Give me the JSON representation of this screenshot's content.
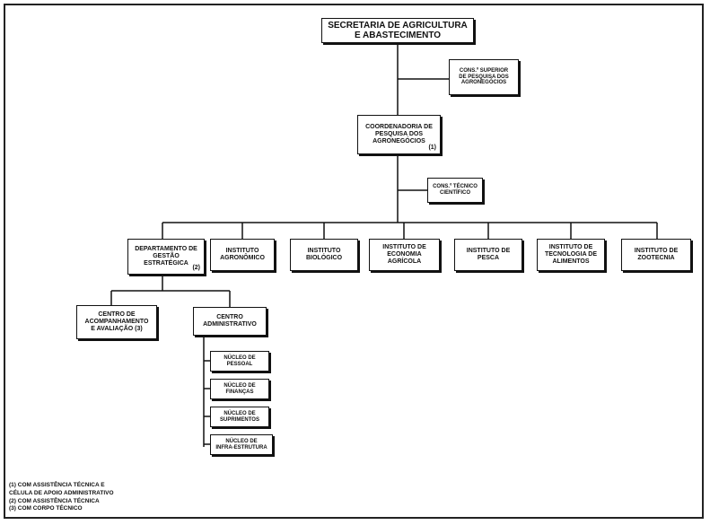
{
  "org": {
    "secretaria": {
      "line1": "SECRETARIA DE AGRICULTURA",
      "line2": "E ABASTECIMENTO"
    },
    "conselho_superior": {
      "line1": "CONS.º SUPERIOR",
      "line2": "DE PESQUISA DOS",
      "line3": "AGRONEGÓCIOS"
    },
    "coordenadoria": {
      "line1": "COORDENADORIA DE",
      "line2": "PESQUISA DOS",
      "line3": "AGRONEGÓCIOS",
      "note": "(1)"
    },
    "conselho_tecnico": {
      "line1": "CONS.º TÉCNICO",
      "line2": "CIENTÍFICO"
    },
    "departamento": {
      "line1": "DEPARTAMENTO DE",
      "line2": "GESTÃO",
      "line3": "ESTRATÉGICA",
      "note": "(2)"
    },
    "institutos": [
      {
        "line1": "INSTITUTO",
        "line2": "AGRONÔMICO",
        "line3": ""
      },
      {
        "line1": "INSTITUTO",
        "line2": "BIOLÓGICO",
        "line3": ""
      },
      {
        "line1": "INSTITUTO DE",
        "line2": "ECONOMIA",
        "line3": "AGRÍCOLA"
      },
      {
        "line1": "INSTITUTO DE",
        "line2": "PESCA",
        "line3": ""
      },
      {
        "line1": "INSTITUTO DE",
        "line2": "TECNOLOGIA DE",
        "line3": "ALIMENTOS"
      },
      {
        "line1": "INSTITUTO DE",
        "line2": "ZOOTECNIA",
        "line3": ""
      }
    ],
    "centro_acompanhamento": {
      "line1": "CENTRO DE",
      "line2": "ACOMPANHAMENTO",
      "line3": "E AVALIAÇÃO (3)"
    },
    "centro_administrativo": {
      "line1": "CENTRO",
      "line2": "ADMINISTRATIVO"
    },
    "nucleos": [
      {
        "line1": "NÚCLEO DE",
        "line2": "PESSOAL"
      },
      {
        "line1": "NÚCLEO DE",
        "line2": "FINANÇAS"
      },
      {
        "line1": "NÚCLEO DE",
        "line2": "SUPRIMENTOS"
      },
      {
        "line1": "NÚCLEO DE",
        "line2": "INFRA-ESTRUTURA"
      }
    ]
  },
  "notes": [
    "(1) COM ASSISTÊNCIA TÉCNICA E",
    "CÉLULA DE APOIO ADMINISTRATIVO",
    "(2) COM ASSISTÊNCIA TÉCNICA",
    "(3) COM CORPO TÉCNICO"
  ]
}
